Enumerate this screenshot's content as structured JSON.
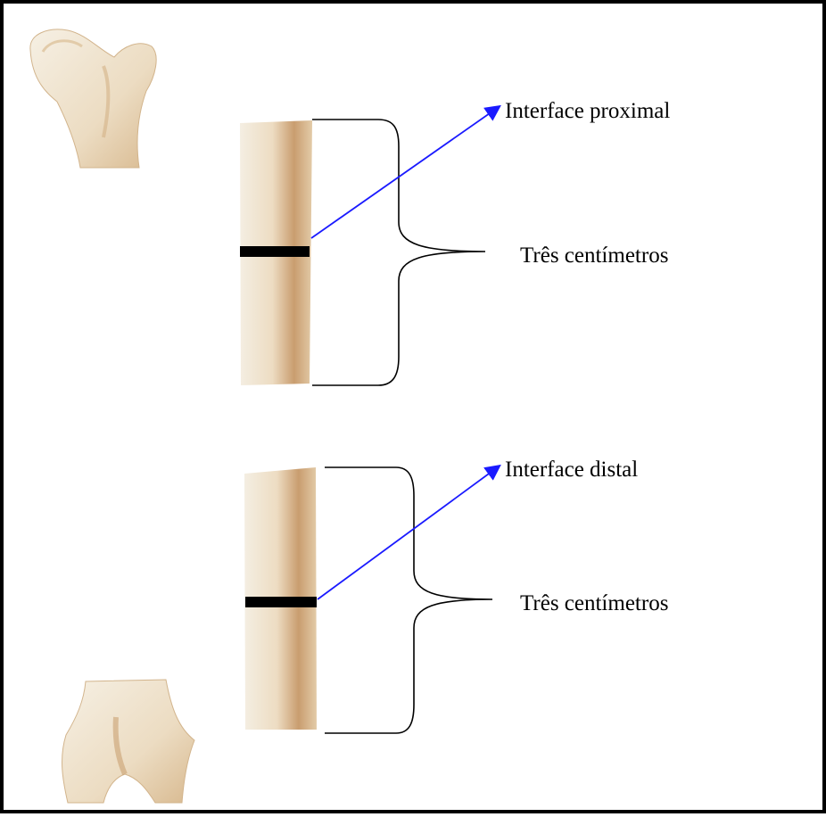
{
  "labels": {
    "proximal_interface": "Interface proximal",
    "proximal_length": "Três centímetros",
    "distal_interface": "Interface distal",
    "distal_length": "Três centímetros"
  },
  "colors": {
    "bone_light": "#f3ece0",
    "bone_mid": "#e6d2b3",
    "bone_dark": "#c9a277",
    "arrow": "#1a1aff",
    "marker": "#000000",
    "frame": "#000000"
  },
  "icons": {
    "femur_head": "femur-proximal-end",
    "femur_condyles": "femur-distal-end"
  }
}
